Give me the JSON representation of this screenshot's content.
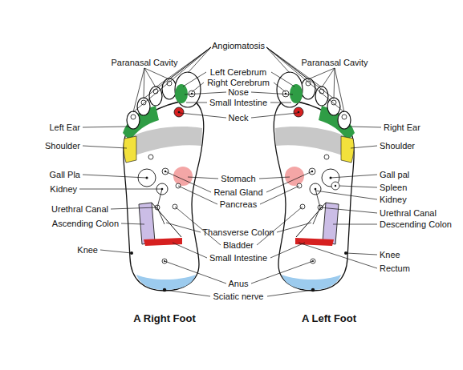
{
  "diagram": {
    "labels": [
      "Angiomatosis",
      "Paranasal Cavity",
      "Paranasal Cavity",
      "Left Cerebrum",
      "Right Cerebrum",
      "Nose",
      "Small Intestine",
      "Neck",
      "Left Ear",
      "Right Ear",
      "Shoulder",
      "Shoulder",
      "Gall Pla",
      "Stomach",
      "Gall pal",
      "Spleen",
      "Kidney",
      "Renal Gland",
      "Kidney",
      "Pancreas",
      "Urethral Canal",
      "Urethral Canal",
      "Ascending Colon",
      "Descending Colon",
      "Thansverse Colon",
      "Bladder",
      "Knee",
      "Knee",
      "Small Intestine",
      "Rectum",
      "Anus",
      "Sciatic nerve",
      "A Right Foot",
      "A Left Foot"
    ]
  }
}
